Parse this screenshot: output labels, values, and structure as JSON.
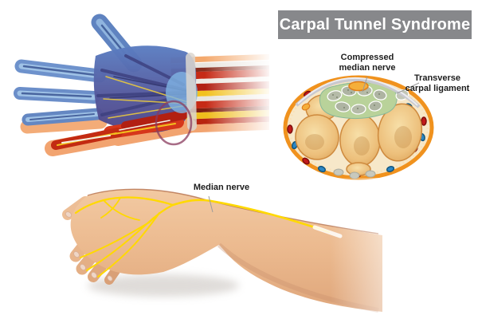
{
  "banner": {
    "title": "Carpal Tunnel Syndrome",
    "bg_color": "#87888B",
    "text_color": "#FFFFFF"
  },
  "cross_section_labels": {
    "compressed_line1": "Compressed",
    "compressed_line2": "median nerve",
    "transverse_line1": "Transverse",
    "transverse_line2": "carpal ligament"
  },
  "arm_label": {
    "median_nerve": "Median nerve"
  },
  "icons": {
    "hand_anatomy_illustration": "cutaway hand showing tendons, muscles and nerves",
    "wrist_cross_section_illustration": "axial wrist cross-section with carpal bones, tendons, ligament and compressed median nerve",
    "arm_median_nerve_illustration": "arm with median nerve path highlighted in yellow"
  },
  "colors": {
    "banner_gray": "#87888B",
    "label_text": "#1D1D1D",
    "nerve_yellow": "#FFD900",
    "nerve_orange": "#F5AF3A",
    "muscle_red": "#C62A16",
    "hand_blue": "#6B8EC9",
    "skin_tone": "#E9B68E",
    "bone_tan": "#EDC07C",
    "ring_orange": "#F0921E",
    "tunnel_green": "#B9D29A",
    "ligament_gray": "#C9C9CF",
    "vessel_red": "#C21A1A",
    "vessel_blue": "#2B86C4",
    "leader_line": "#9B9B9B"
  }
}
